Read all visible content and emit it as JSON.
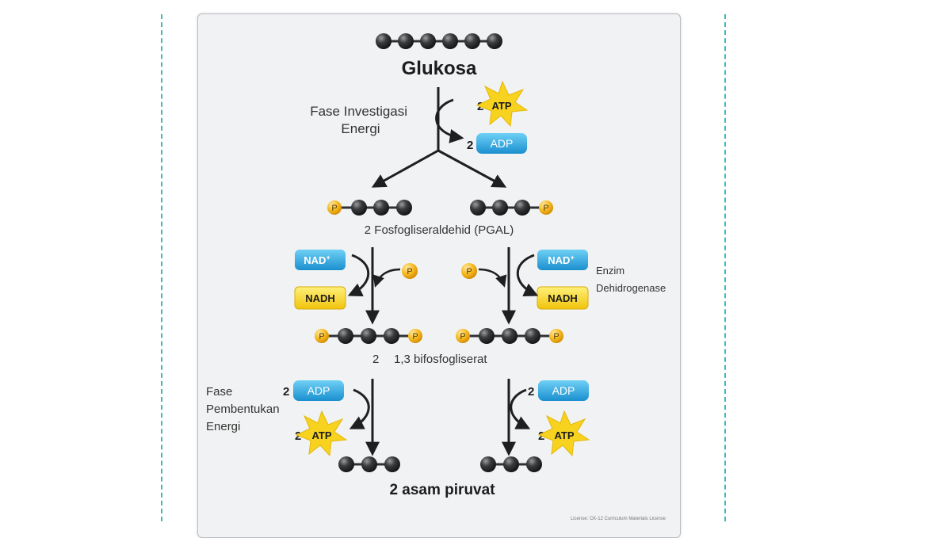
{
  "title": "Glukosa",
  "phase_investment": [
    "Fase Investigasi",
    "Energi"
  ],
  "phase_payoff": [
    "Fase",
    "Pembentukan",
    "Energi"
  ],
  "enzyme_label": [
    "Enzim",
    "Dehidrogenase"
  ],
  "pgal_label": "2 Fosfogliseraldehid (PGAL)",
  "bpg_count": "2",
  "bpg_label": "1,3 bifosfogliserat",
  "pyruvate_label": "2 asam piruvat",
  "license": "License: CK-12 Curriculum Materials License",
  "molecules": {
    "atp": "ATP",
    "adp": "ADP",
    "nad": "NAD",
    "nad_sup": "+",
    "nadh": "NADH",
    "phosphate": "P",
    "coefficient": "2"
  },
  "colors": {
    "atp_star": "#f7d21e",
    "adp_pill": "#29a8e0",
    "nadh_box": "#f7d21e",
    "phosphate": "#f5b81c",
    "carbon": "#2f3133",
    "guide": "#3db8bd"
  }
}
